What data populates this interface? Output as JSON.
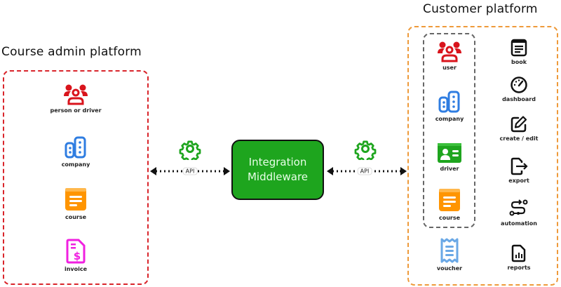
{
  "titles": {
    "admin": "Course admin platform",
    "customer": "Customer platform"
  },
  "middleware": {
    "line1": "Integration",
    "line2": "Middleware",
    "color": "#1ea51e"
  },
  "connections": [
    {
      "label": "API",
      "icon": "gear-icon"
    },
    {
      "label": "API",
      "icon": "gear-icon"
    }
  ],
  "admin_items": [
    {
      "label": "person or driver",
      "icon": "people-icon",
      "color": "#d9141c"
    },
    {
      "label": "company",
      "icon": "building-icon",
      "color": "#2f7de1"
    },
    {
      "label": "course",
      "icon": "document-icon",
      "color": "#ff9500"
    },
    {
      "label": "invoice",
      "icon": "invoice-icon",
      "color": "#f020e0"
    }
  ],
  "customer_entities": [
    {
      "label": "user",
      "icon": "people-icon",
      "color": "#d9141c"
    },
    {
      "label": "company",
      "icon": "building-icon",
      "color": "#2f7de1"
    },
    {
      "label": "driver",
      "icon": "id-card-icon",
      "color": "#1ea51e"
    },
    {
      "label": "course",
      "icon": "document-icon",
      "color": "#ff9500"
    },
    {
      "label": "voucher",
      "icon": "receipt-icon",
      "color": "#6aa8e6"
    }
  ],
  "customer_features": [
    {
      "label": "book",
      "icon": "book-icon"
    },
    {
      "label": "dashboard",
      "icon": "gauge-icon"
    },
    {
      "label": "create / edit",
      "icon": "edit-icon"
    },
    {
      "label": "export",
      "icon": "export-icon"
    },
    {
      "label": "automation",
      "icon": "automation-icon"
    },
    {
      "label": "reports",
      "icon": "report-icon"
    }
  ],
  "colors": {
    "admin_border": "#d9252b",
    "customer_border": "#ee9a3a",
    "inner_border": "#666666",
    "gear": "#1ea51e"
  }
}
